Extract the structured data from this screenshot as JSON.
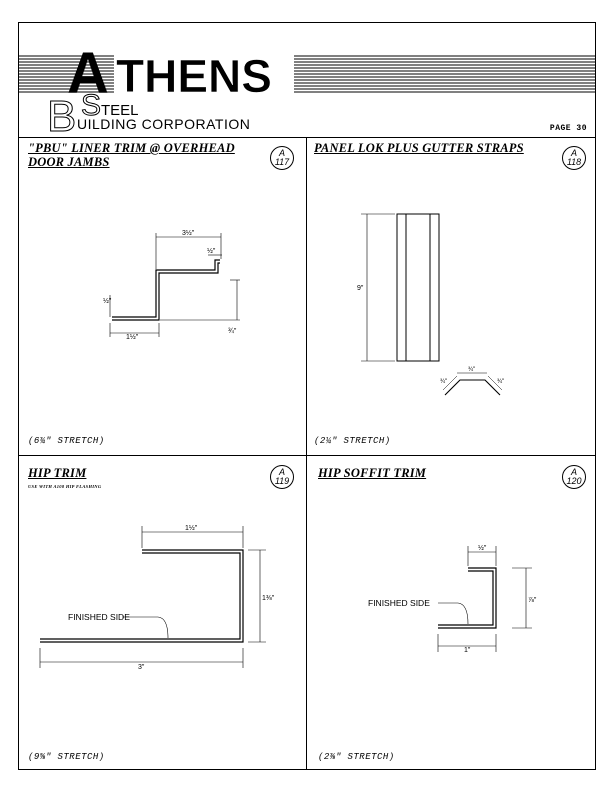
{
  "header": {
    "logo_main": "THENS",
    "logo_initial_a": "A",
    "logo_initial_b": "B",
    "logo_initial_s": "S",
    "logo_line1": "TEEL",
    "logo_line2": "UILDING CORPORATION",
    "page_label": "PAGE 30"
  },
  "panels": [
    {
      "title_line1": "\"PBU\" LINER TRIM @ OVERHEAD",
      "title_line2": "DOOR JAMBS",
      "badge_letter": "A",
      "badge_number": "117",
      "stretch": "(6¾\" STRETCH)",
      "dims": [
        "3½\"",
        "½\"",
        "½\"",
        "1½\"",
        "¾\""
      ]
    },
    {
      "title_line1": "PANEL LOK PLUS GUTTER STRAPS",
      "badge_letter": "A",
      "badge_number": "118",
      "stretch": "(2¼\" STRETCH)",
      "dims": [
        "9\"",
        "¾\"",
        "¾\"",
        "¾\""
      ]
    },
    {
      "title_line1": "HIP TRIM",
      "subtitle": "USE WITH A108 HIP FLASHING",
      "badge_letter": "A",
      "badge_number": "119",
      "stretch": "(9⅝\" STRETCH)",
      "label": "FINISHED SIDE",
      "dims": [
        "1½\"",
        "1⅜\"",
        "3\""
      ]
    },
    {
      "title_line1": "HIP SOFFIT TRIM",
      "badge_letter": "A",
      "badge_number": "120",
      "stretch": "(2⅜\" STRETCH)",
      "label": "FINISHED SIDE",
      "dims": [
        "½\"",
        "⅞\"",
        "1\""
      ]
    }
  ]
}
